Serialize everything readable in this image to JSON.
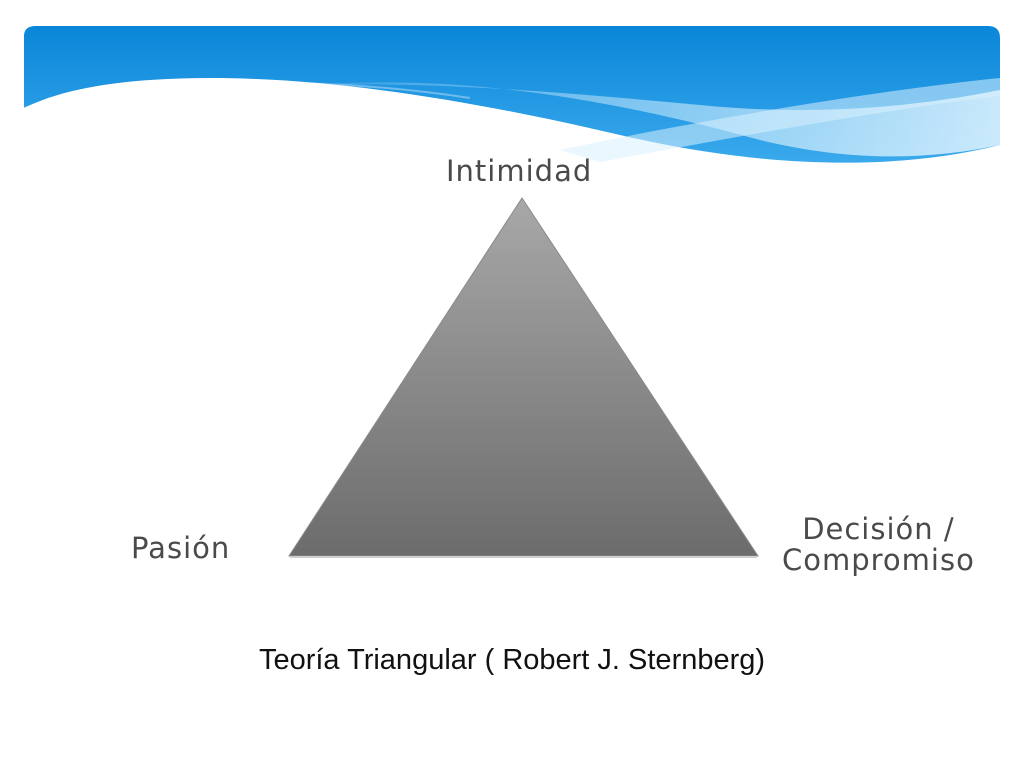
{
  "diagram": {
    "vertices": {
      "top": "Intimidad",
      "left": "Pasión",
      "right_line1": "Decisión /",
      "right_line2": "Compromiso"
    },
    "caption": "Teoría Triangular  ( Robert J. Sternberg)"
  },
  "colors": {
    "header_blue": "#0b8fde",
    "header_light": "#7dc8f5",
    "triangle_top": "#a6a6a6",
    "triangle_bottom": "#6e6e6e",
    "label_text": "#4a4a4a",
    "caption_text": "#111111"
  }
}
